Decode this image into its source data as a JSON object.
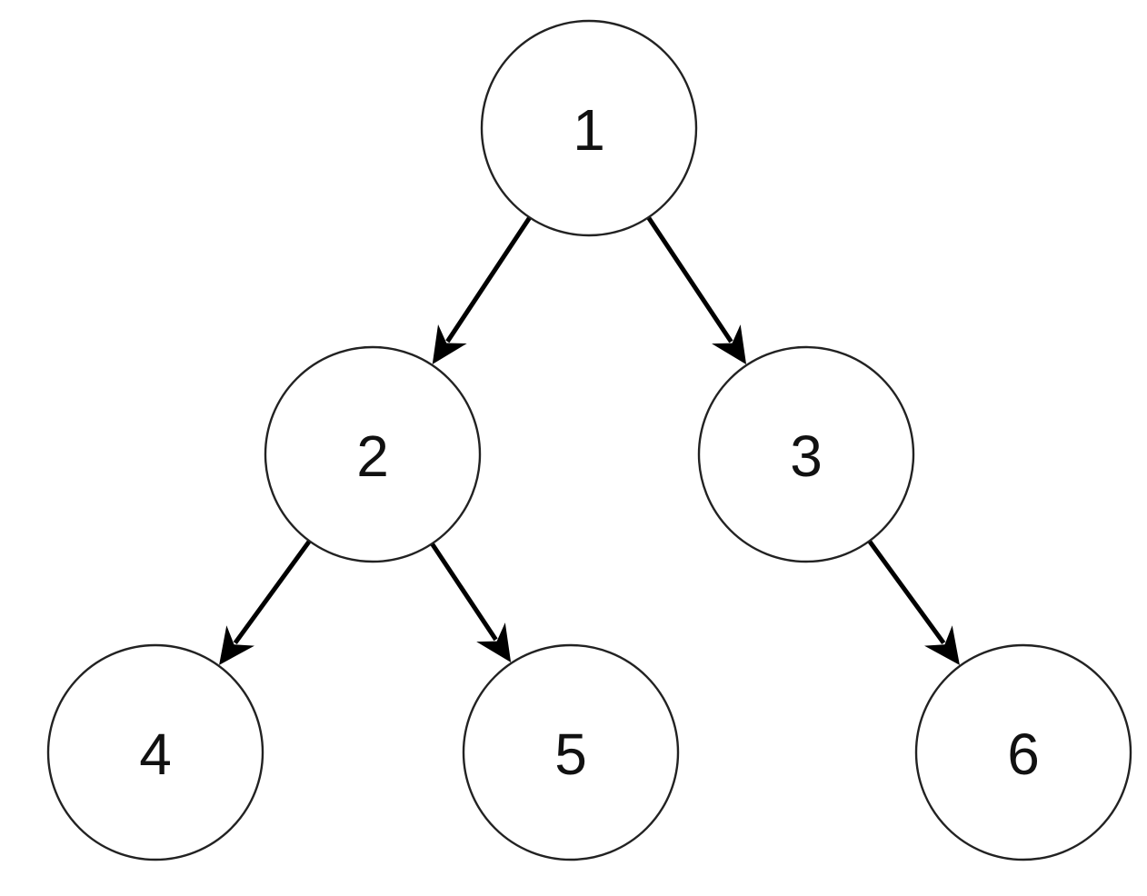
{
  "diagram": {
    "type": "tree",
    "colors": {
      "node_fill": "#ffffff",
      "node_stroke": "#222222",
      "edge": "#000000",
      "text": "#111111"
    },
    "nodes": [
      {
        "id": "n1",
        "label": "1"
      },
      {
        "id": "n2",
        "label": "2"
      },
      {
        "id": "n3",
        "label": "3"
      },
      {
        "id": "n4",
        "label": "4"
      },
      {
        "id": "n5",
        "label": "5"
      },
      {
        "id": "n6",
        "label": "6"
      }
    ],
    "edges": [
      {
        "from": "n1",
        "to": "n2"
      },
      {
        "from": "n1",
        "to": "n3"
      },
      {
        "from": "n2",
        "to": "n4"
      },
      {
        "from": "n2",
        "to": "n5"
      },
      {
        "from": "n3",
        "to": "n6"
      }
    ]
  }
}
